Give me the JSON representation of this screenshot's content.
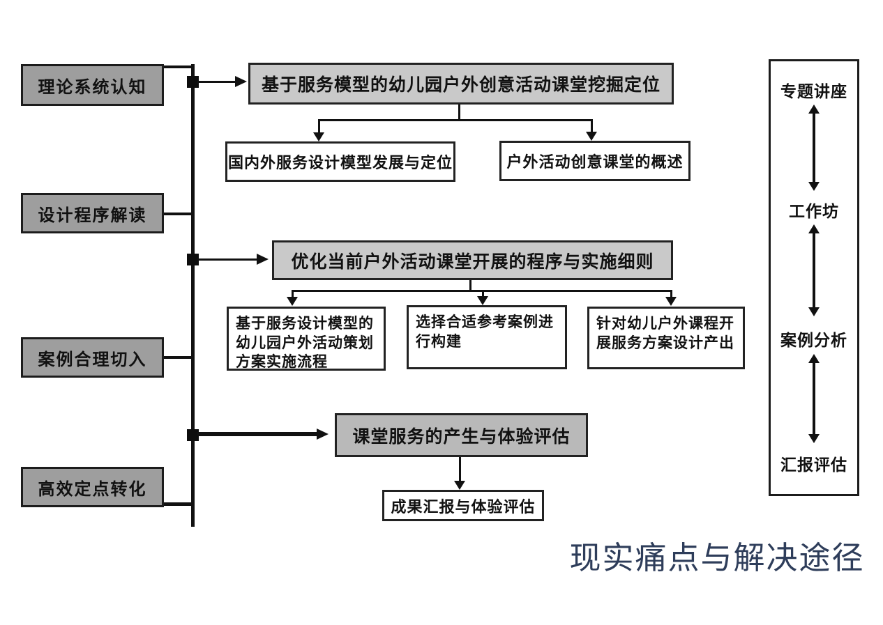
{
  "diagram_title": "现实痛点与解决途径",
  "colors": {
    "pillar_fill": "#9e9e9e",
    "stage_fill": "#c9c9c9",
    "stage3_fill": "#b9b9b9",
    "leaf_fill": "#ffffff",
    "line_color": "#111111",
    "caption_color": "#2e3d5a",
    "background": "#ffffff"
  },
  "pillars": [
    "理论系统认知",
    "设计程序解读",
    "案例合理切入",
    "高效定点转化"
  ],
  "stages": {
    "stage1": {
      "label": "基于服务模型的幼儿园户外创意活动课堂挖掘定位",
      "children": [
        "国内外服务设计模型发展与定位",
        "户外活动创意课堂的概述"
      ]
    },
    "stage2": {
      "label": "优化当前户外活动课堂开展的程序与实施细则",
      "children": [
        "基于服务设计模型的\n幼儿园户外活动策划\n方案实施流程",
        "选择合适参考案例进\n行构建",
        "针对幼儿户外课程开\n展服务方案设计产出"
      ]
    },
    "stage3": {
      "label": "课堂服务的产生与体验评估",
      "child": "成果汇报与体验评估"
    }
  },
  "right_track": {
    "items": [
      "专题讲座",
      "工作坊",
      "案例分析",
      "汇报评估"
    ]
  }
}
